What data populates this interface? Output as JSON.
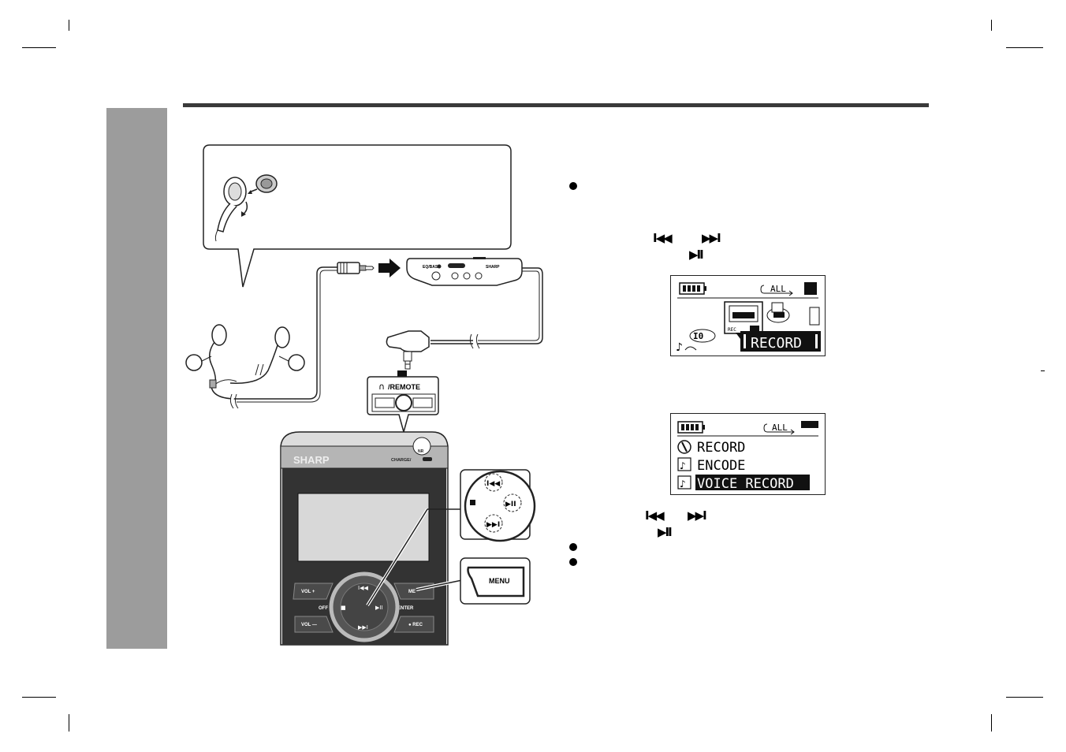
{
  "glyphs": {
    "prev": "I◀◀",
    "next": "▶▶I",
    "play_pause": "▶II"
  },
  "device": {
    "brand": "SHARP",
    "charge": "CHARGE/",
    "nr": "NR",
    "vol_plus": "VOL +",
    "vol_minus": "VOL —",
    "off": "OFF",
    "enter": "ENTER",
    "menu_short": "ME",
    "rec": "● REC",
    "stop": "■"
  },
  "jack": {
    "label": "/REMOTE"
  },
  "remote": {
    "label": "EQ/BASS",
    "brand": "SHARP"
  },
  "menu_callout": {
    "label": "MENU"
  },
  "screen1": {
    "all": "ALL",
    "rec_small": "REC",
    "record": "RECORD"
  },
  "screen2": {
    "all": "ALL",
    "items": [
      "RECORD",
      "ENCODE",
      "VOICE RECORD"
    ]
  }
}
